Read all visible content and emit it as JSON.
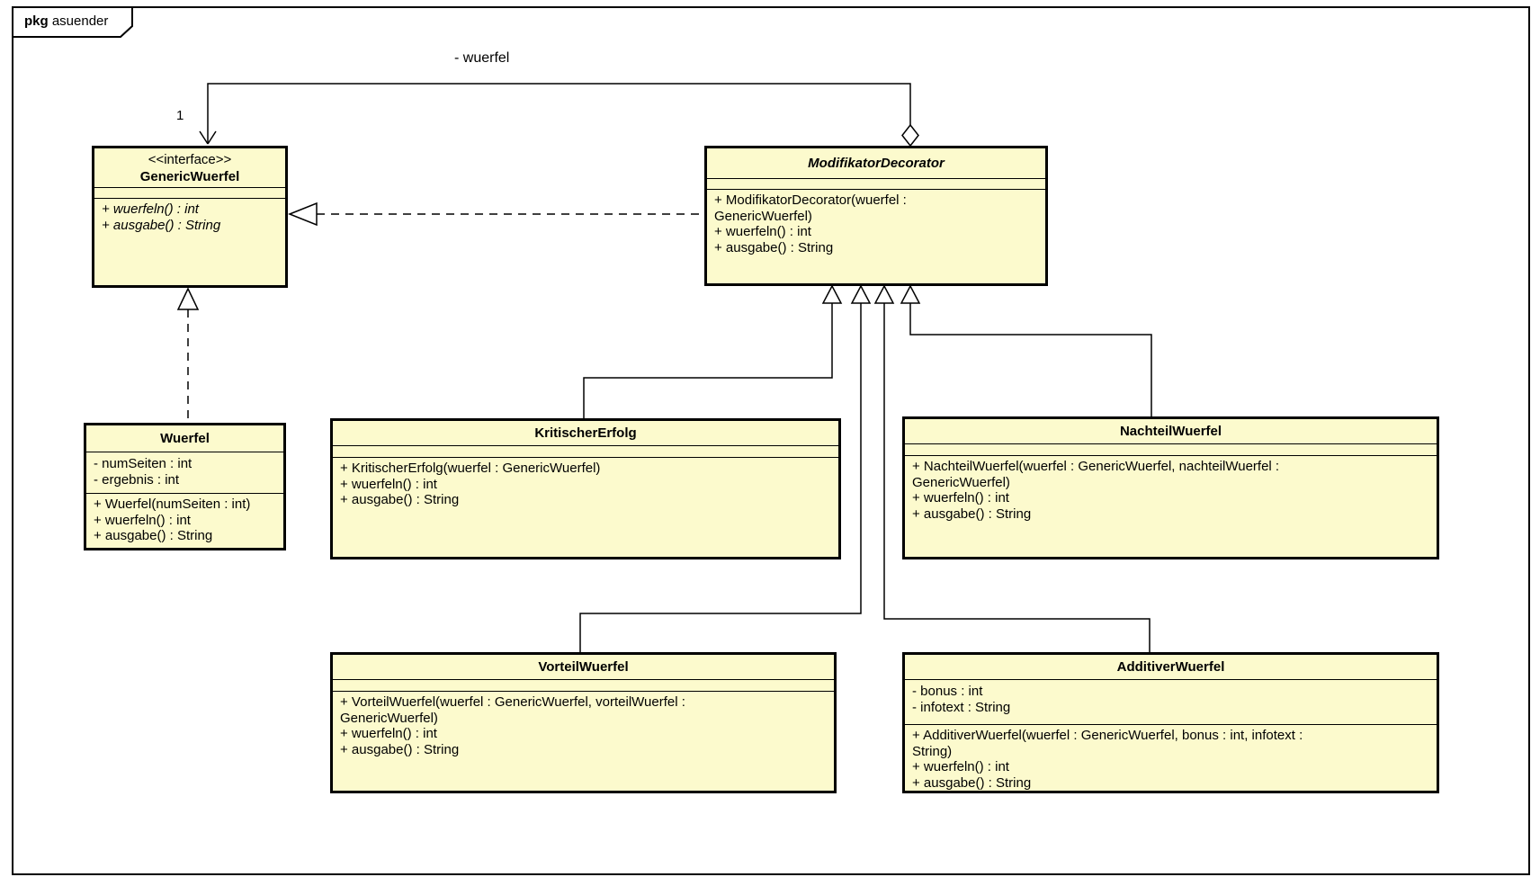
{
  "frame": {
    "keyword": "pkg",
    "name": "asuender"
  },
  "association": {
    "label": "- wuerfel",
    "multiplicity": "1"
  },
  "colors": {
    "class_fill": "#FCFACD",
    "line_color": "#000000"
  },
  "classes": {
    "genericwuerfel": {
      "stereotype": "<<interface>>",
      "name": "GenericWuerfel",
      "attribute_lines": [],
      "operation_lines": [
        "+ wuerfeln() : int",
        "+ ausgabe() : String"
      ]
    },
    "modifikatordecorator": {
      "name": "ModifikatorDecorator",
      "attribute_lines": [],
      "operation_lines": [
        "+ ModifikatorDecorator(wuerfel :",
        "GenericWuerfel)",
        "+ wuerfeln() : int",
        "+ ausgabe() : String"
      ]
    },
    "wuerfel": {
      "name": "Wuerfel",
      "attribute_lines": [
        "- numSeiten : int",
        "- ergebnis : int"
      ],
      "operation_lines": [
        "+ Wuerfel(numSeiten : int)",
        "+ wuerfeln() : int",
        "+ ausgabe() : String"
      ]
    },
    "kritischererfolg": {
      "name": "KritischerErfolg",
      "attribute_lines": [],
      "operation_lines": [
        "+ KritischerErfolg(wuerfel : GenericWuerfel)",
        "+ wuerfeln() : int",
        "+ ausgabe() : String"
      ]
    },
    "nachteilwuerfel": {
      "name": "NachteilWuerfel",
      "attribute_lines": [],
      "operation_lines": [
        "+ NachteilWuerfel(wuerfel : GenericWuerfel, nachteilWuerfel :",
        "GenericWuerfel)",
        "+ wuerfeln() : int",
        "+ ausgabe() : String"
      ]
    },
    "vorteilwuerfel": {
      "name": "VorteilWuerfel",
      "attribute_lines": [],
      "operation_lines": [
        "+ VorteilWuerfel(wuerfel : GenericWuerfel, vorteilWuerfel :",
        "GenericWuerfel)",
        "+ wuerfeln() : int",
        "+ ausgabe() : String"
      ]
    },
    "additiverwuerfel": {
      "name": "AdditiverWuerfel",
      "attribute_lines": [
        "- bonus : int",
        "- infotext : String"
      ],
      "operation_lines": [
        "+ AdditiverWuerfel(wuerfel : GenericWuerfel, bonus : int, infotext :",
        "String)",
        "+ wuerfeln() : int",
        "+ ausgabe() : String"
      ]
    }
  }
}
